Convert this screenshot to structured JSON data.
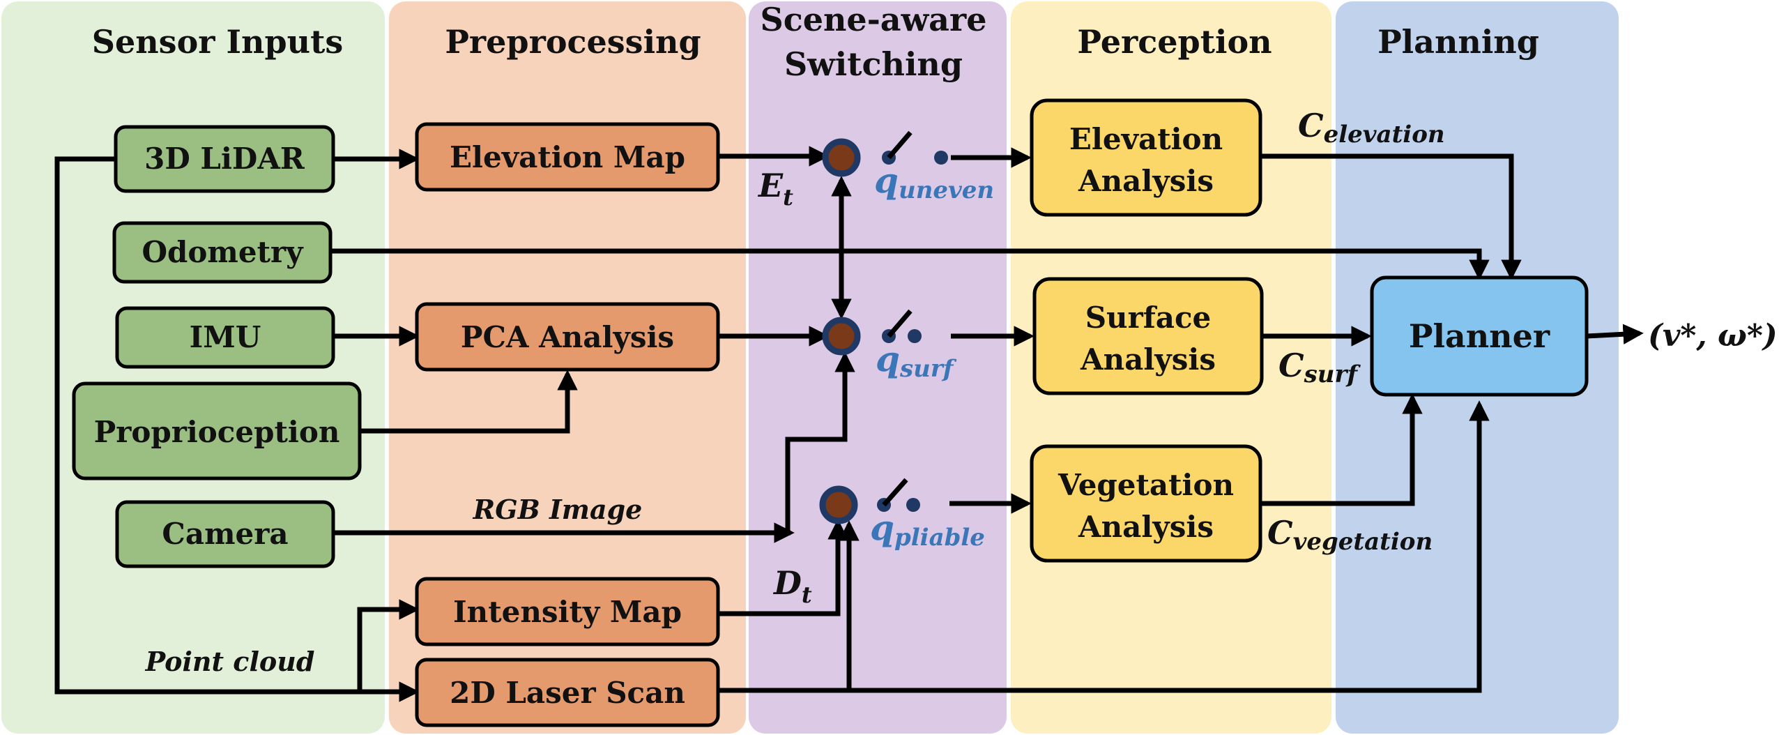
{
  "columns": {
    "sensor": "Sensor Inputs",
    "preprocessing": "Preprocessing",
    "switching_line1": "Scene-aware",
    "switching_line2": "Switching",
    "perception": "Perception",
    "planning": "Planning"
  },
  "boxes": {
    "lidar": "3D LiDAR",
    "odometry": "Odometry",
    "imu": "IMU",
    "proprioception": "Proprioception",
    "camera": "Camera",
    "elevation_map": "Elevation Map",
    "pca": "PCA Analysis",
    "intensity_map": "Intensity Map",
    "laser_scan": "2D Laser Scan",
    "elev_analysis_1": "Elevation",
    "elev_analysis_2": "Analysis",
    "surf_analysis_1": "Surface",
    "surf_analysis_2": "Analysis",
    "veg_analysis_1": "Vegetation",
    "veg_analysis_2": "Analysis",
    "planner": "Planner"
  },
  "labels": {
    "rgb_image": "RGB Image",
    "point_cloud": "Point cloud",
    "e_main": "E",
    "e_sub": "t",
    "d_main": "D",
    "d_sub": "t",
    "q_main": "q",
    "q_uneven": "uneven",
    "q_surf": "surf",
    "q_pliable": "pliable",
    "c_main": "C",
    "c_elevation": "elevation",
    "c_surf": "surf",
    "c_vegetation": "vegetation",
    "output": "(v*, ω*)"
  },
  "colors": {
    "sensor_bg": "#e3f0d9",
    "preprocessing_bg": "#f8d3bb",
    "switching_bg": "#dcc9e6",
    "perception_bg": "#fdefbf",
    "planning_bg": "#c1d2ec",
    "sensor_box": "#9bbf82",
    "preprocessing_box": "#e49a6c",
    "perception_box": "#fbd668",
    "planner_box": "#85c4ee",
    "switch_dot": "#7a3a1a",
    "switch_ring": "#1f3864",
    "q_color": "#3a76b8"
  }
}
